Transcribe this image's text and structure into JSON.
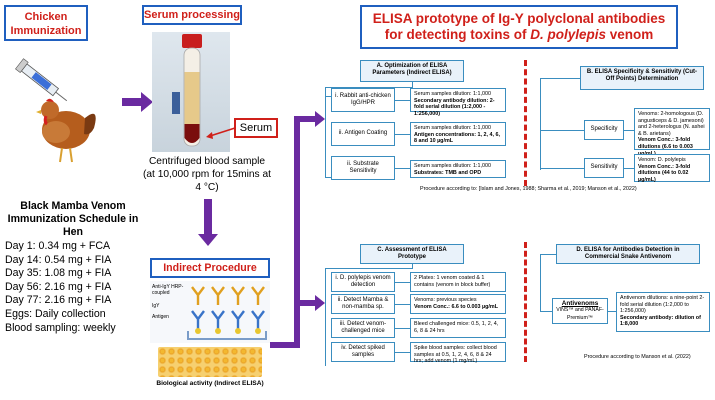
{
  "chicken_immunization": "Chicken Immunization",
  "serum_processing": "Serum processing",
  "serum_label": "Serum",
  "centrifuge_text": "Centrifuged blood sample (at 10,000 rpm for 15mins at 4 °C)",
  "schedule": {
    "title": "Black Mamba Venom Immunization Schedule in Hen",
    "items": [
      "Day 1: 0.34 mg + FCA",
      "Day 14: 0.54 mg + FIA",
      "Day 35: 1.08 mg + FIA",
      "Day 56: 2.16 mg + FIA",
      "Day 77: 2.16 mg + FIA",
      "Eggs: Daily collection",
      "Blood sampling: weekly"
    ]
  },
  "indirect": {
    "title": "Indirect Procedure",
    "legend": [
      "Anti-IgY HRP-coupled",
      "IgY",
      "Antigen"
    ],
    "caption": "Biological activity (Indirect ELISA)"
  },
  "main_title": "ELISA prototype of Ig-Y polyclonal antibodies for detecting toxins of D. polylepis venom",
  "main_title_parts": [
    "ELISA prototype of Ig-Y polyclonal antibodies",
    "for detecting toxins of ",
    "D. polylepis",
    " venom"
  ],
  "section_a": {
    "header": "A.   Optimization of ELISA Parameters (Indirect ELISA)",
    "rows": [
      {
        "label": "i.  Rabbit anti-chicken IgG/HPR",
        "d1": "Serum samples dilution: 1:1,000",
        "d2": "Secondary antibody dilution: 2-fold serial dilution (1:2,000 - 1:256,000)"
      },
      {
        "label": "ii.  Antigen Coating",
        "d1": "Serum samples dilution: 1:1,000",
        "d2": "Antigen concentrations: 1, 2, 4, 6, 8 and 10 µg/mL"
      },
      {
        "label": "ii.  Substrate Sensitivity",
        "d1": "Serum samples dilution: 1:1,000",
        "d2": "Substrates: TMB and OPD"
      }
    ],
    "ref": "Procedure according to: [Islam and Jones, 1988; Sharma et al., 2019; Manson et al., 2022)"
  },
  "section_b": {
    "header": "B.  ELISA Specificity & Sensitivity (Cut-Off Points) Determination",
    "specificity": {
      "label": "Specificity",
      "d1": "Venoms: 2-homologous (D. angusticeps & D. jamesoni) and 2-heterologus (N. ashei & B. arietans)",
      "d2": "Venom Conc.: 3-fold dilutions (6.6 to 0.003 µg/mL)"
    },
    "sensitivity": {
      "label": "Sensitivity",
      "d1": "Venom: D. polylepis",
      "d2": "Venom Conc.: 3-fold dilutions (44 to 0.02 µg/mL)"
    }
  },
  "section_c": {
    "header": "C.  Assessment of ELISA Prototype",
    "rows": [
      {
        "label": "i.  D. polylepis venom detection",
        "d1": "2 Plates: 1 venom coated  & 1 contains (venom in block buffer)"
      },
      {
        "label": "ii.  Detect Mamba & non-mamba sp.",
        "d1": "Venoms: previous species",
        "d2": "Venom Conc.: 6.6 to 0.003 µg/mL"
      },
      {
        "label": "iii.  Detect venom-challenged mice",
        "d1": "Bleed challenged mice: 0.5, 1, 2, 4, 6, 8 & 24 hrs"
      },
      {
        "label": "iv.  Detect spiked samples",
        "d1": "Spike blood samples: collect blood samples at 0.5, 1, 2, 4, 6, 8 & 24 hrs; add venom (1 mg/mL)"
      }
    ]
  },
  "section_d": {
    "header": "D.  ELISA for Antibodies Detection in Commercial Snake Antivenom",
    "label_title": "Antivenoms",
    "label_sub": "VINS™ and PANAF-Premium™",
    "d1": "Antivenom dilutions: a nine-point 2-fold serial dilution (1:2,000 to 1:256,000)",
    "d2": "Secondary antibody: dilution of 1:8,000",
    "ref": "Procedure according to Manson et al. (2022)"
  },
  "colors": {
    "accent_red": "#d0201a",
    "frame_blue": "#1f5fbf",
    "arrow_purple": "#6a2aa0",
    "box_border": "#3a8dbf"
  }
}
